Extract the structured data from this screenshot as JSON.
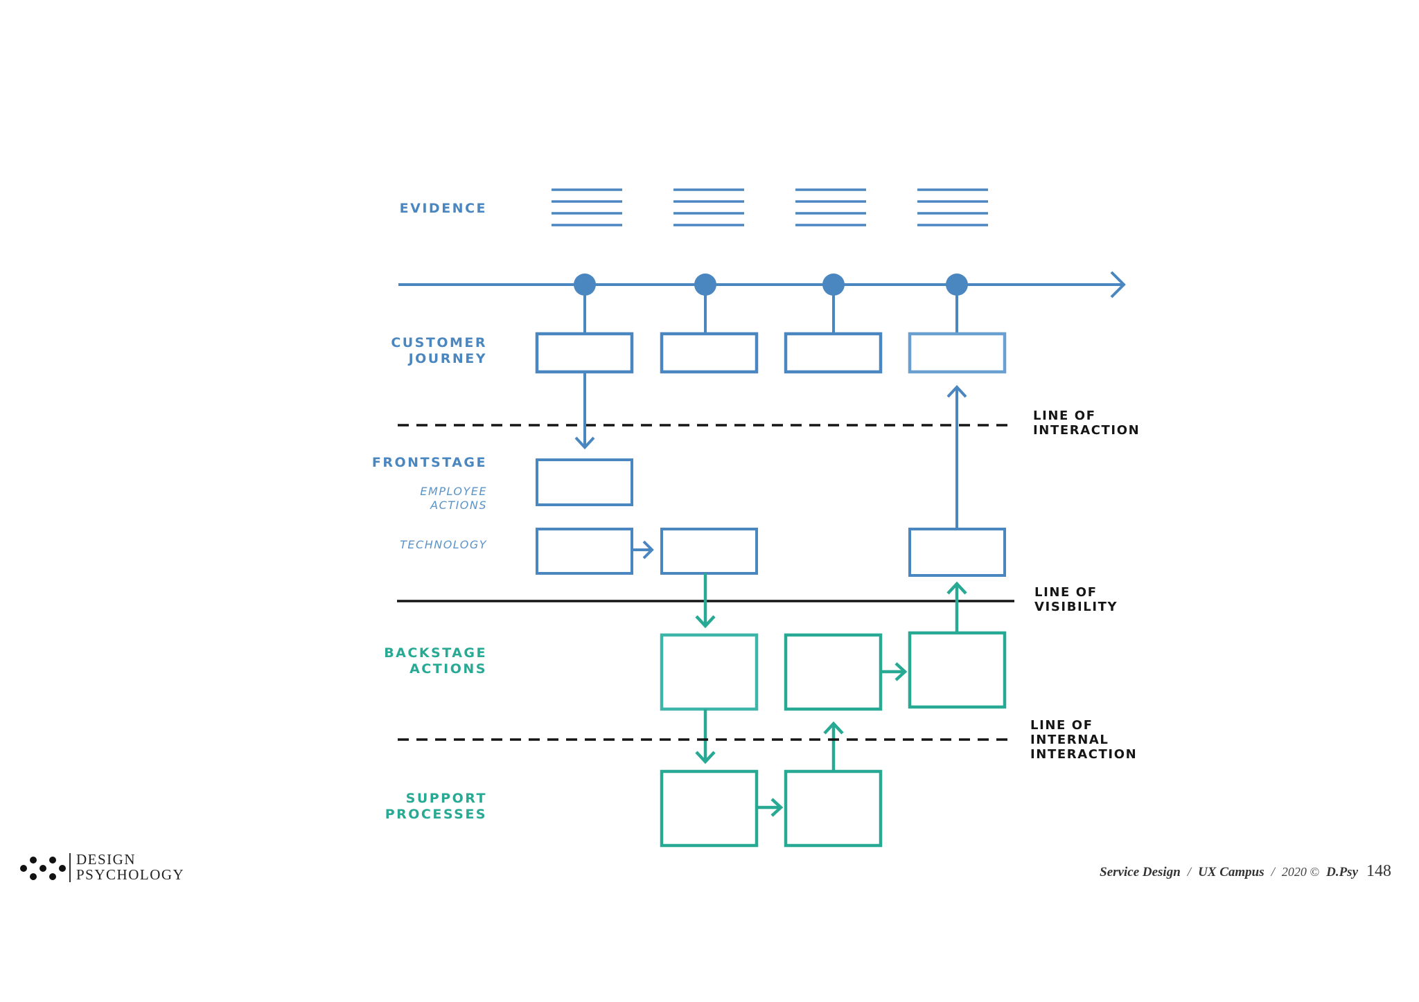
{
  "diagram": {
    "lanes": {
      "evidence": "EVIDENCE",
      "customer_journey": [
        "CUSTOMER",
        "JOURNEY"
      ],
      "frontstage": "FRONTSTAGE",
      "employee_actions": [
        "EMPLOYEE",
        "ACTIONS"
      ],
      "technology": "TECHNOLOGY",
      "backstage_actions": [
        "BACKSTAGE",
        "ACTIONS"
      ],
      "support_processes": [
        "SUPPORT",
        "PROCESSES"
      ]
    },
    "lines": {
      "interaction": [
        "LINE OF",
        "INTERACTION"
      ],
      "visibility": [
        "LINE OF",
        "VISIBILITY"
      ],
      "internal_interaction": [
        "LINE OF",
        "INTERNAL",
        "INTERACTION"
      ]
    },
    "colors": {
      "blue": "#4a86c0",
      "teal": "#27a993",
      "line": "#151515"
    }
  },
  "brand": {
    "line1": "DESIGN",
    "line2": "PSYCHOLOGY"
  },
  "footer": {
    "topic": "Service Design",
    "course": "UX Campus",
    "year": "2020 ©",
    "author": "D.Psy",
    "page": "148"
  }
}
